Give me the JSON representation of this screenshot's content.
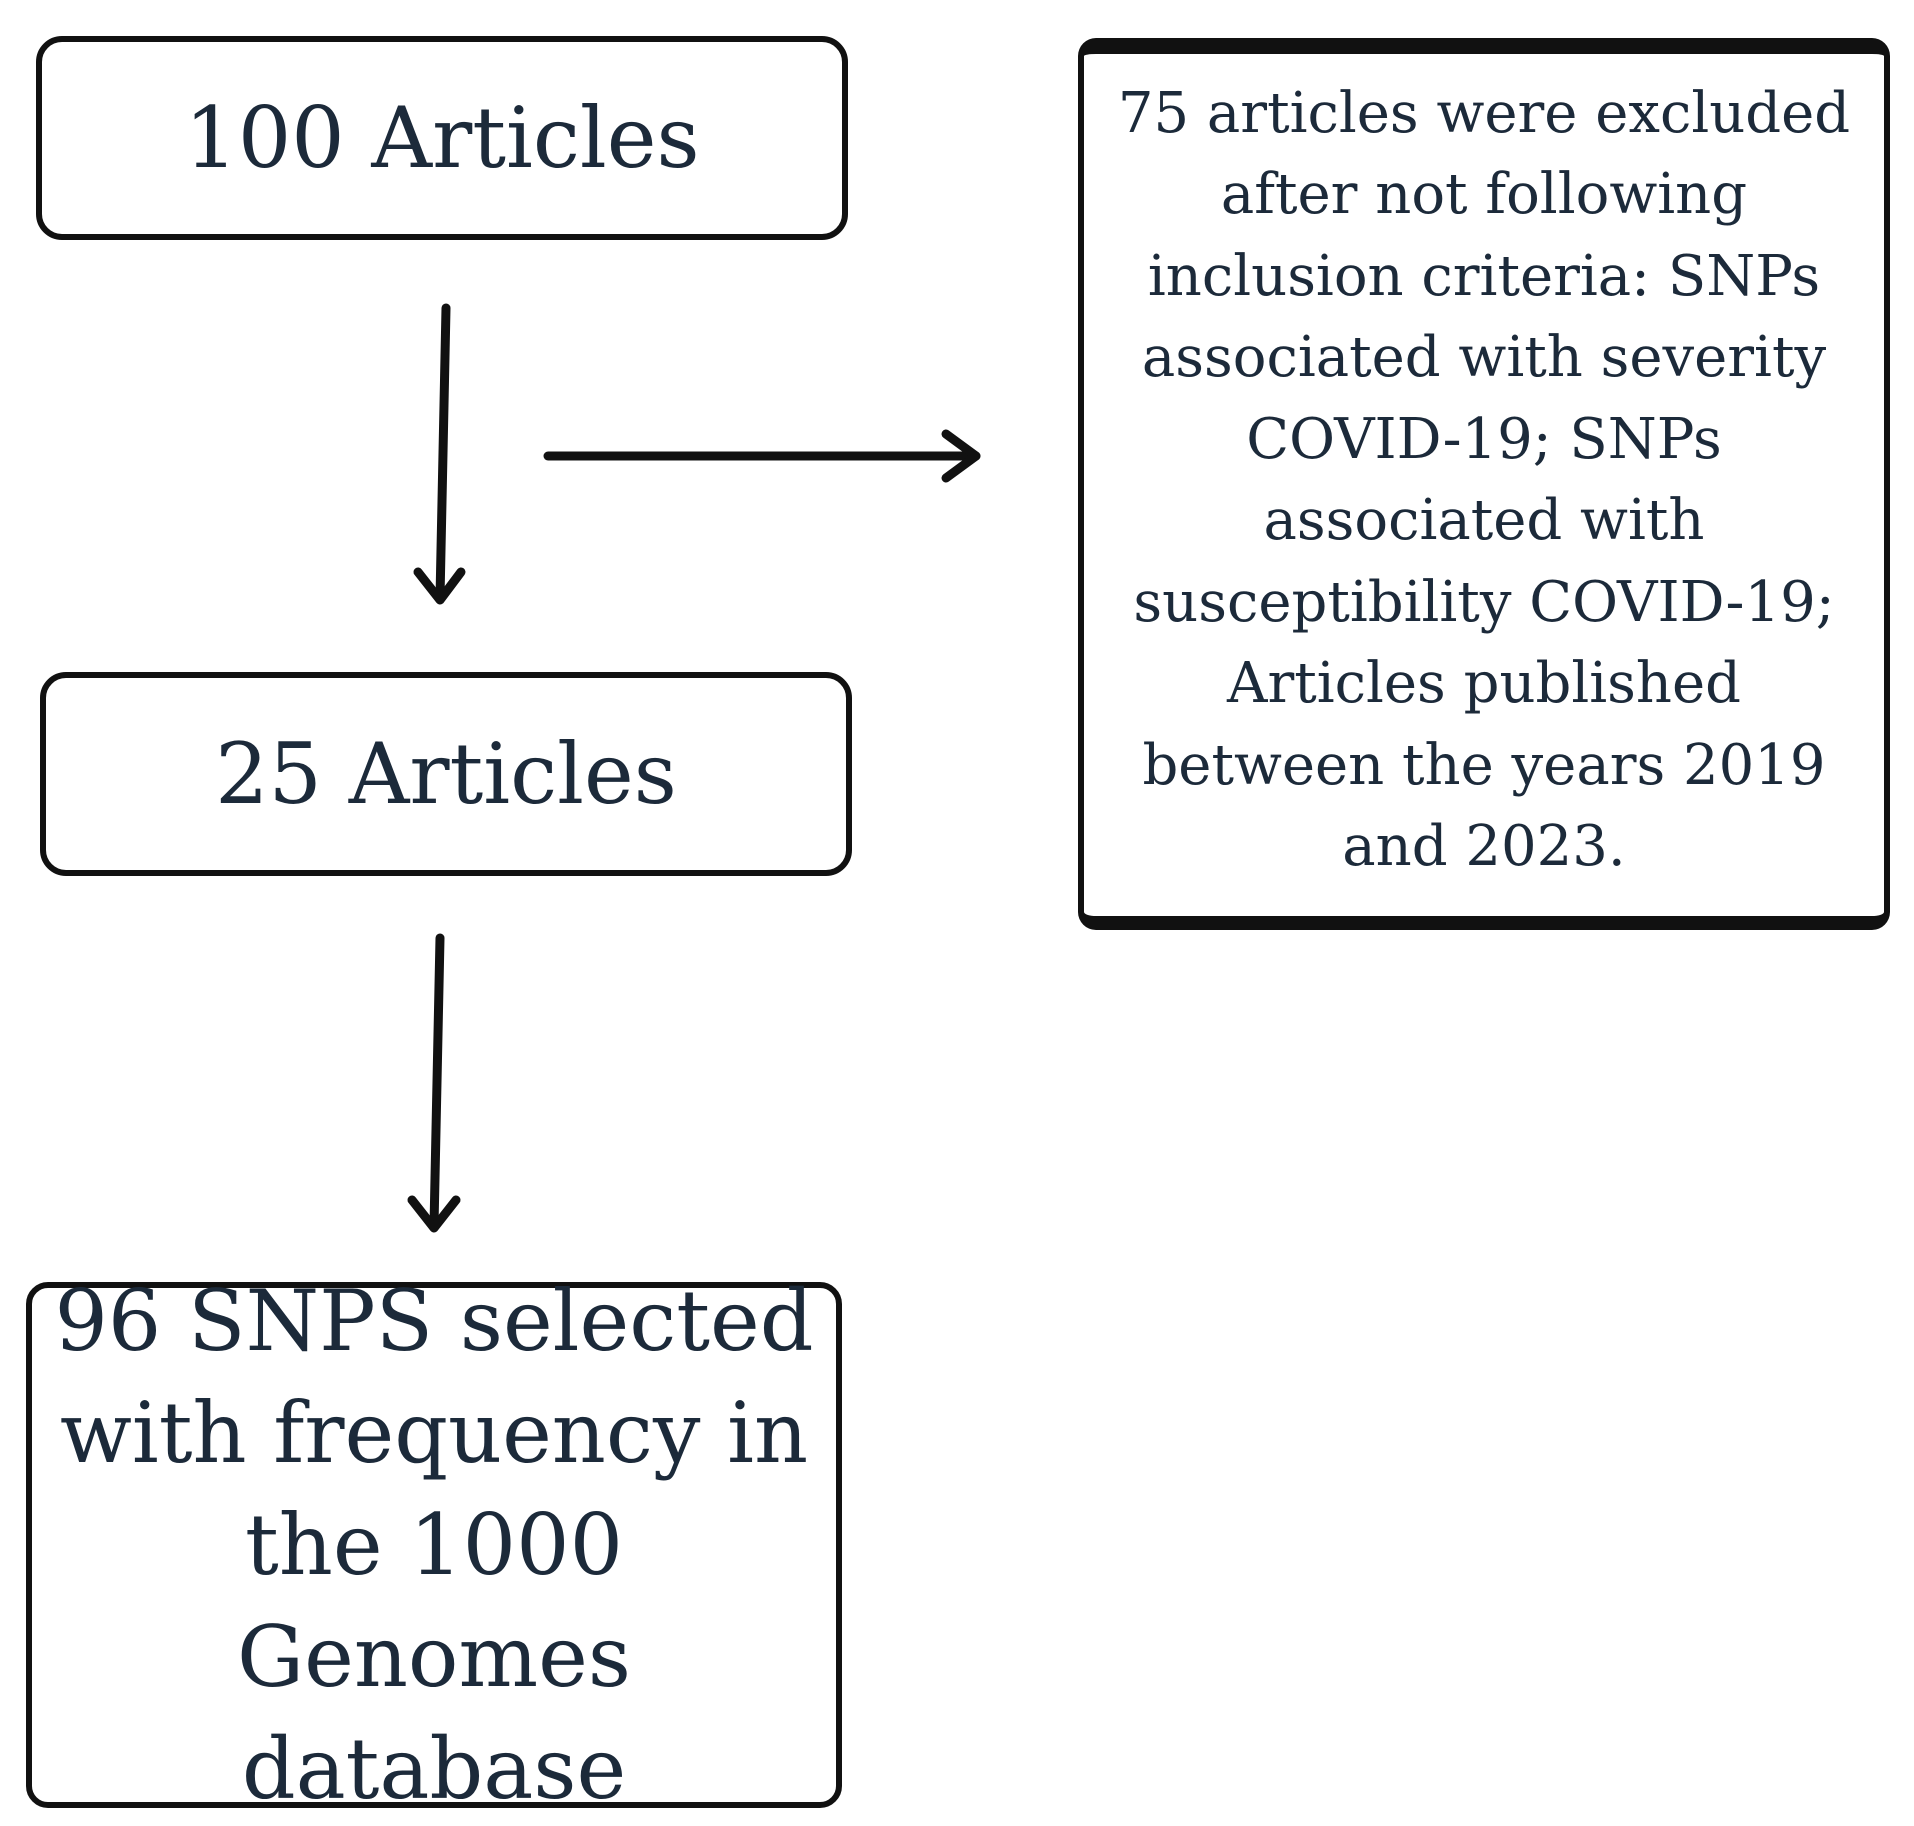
{
  "nodes": {
    "initial": {
      "label": "100 Articles"
    },
    "screened": {
      "label": "25 Articles"
    },
    "result": {
      "label": "96 SNPS selected with frequency in the 1000 Genomes database"
    },
    "excluded": {
      "label": "75 articles were excluded\nafter not following\ninclusion criteria: SNPs\nassociated with severity\nCOVID-19; SNPs\nassociated with\nsusceptibility COVID-19;\nArticles published\nbetween the years 2019\nand 2023."
    }
  },
  "edges": [
    {
      "from": "initial",
      "to": "screened"
    },
    {
      "from": "screened",
      "to": "result"
    },
    {
      "from": "initial",
      "to": "excluded"
    }
  ],
  "colors": {
    "text": "#1c2a3a",
    "border": "#111111",
    "arrow": "#111111"
  }
}
